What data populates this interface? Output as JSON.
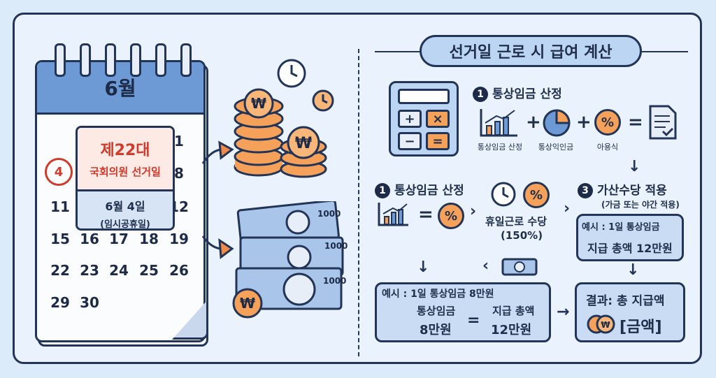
{
  "calendar": {
    "month": "6월",
    "circled_day": "4",
    "rows": [
      [
        "1"
      ],
      [
        "8"
      ],
      [
        "11",
        "12"
      ],
      [
        "15",
        "16",
        "17",
        "18",
        "19"
      ],
      [
        "22",
        "23",
        "24",
        "25",
        "26"
      ],
      [
        "29",
        "30"
      ]
    ],
    "popup": {
      "title": "제22대",
      "subtitle": "국회의원 선거일",
      "date": "6월 4일",
      "note": "(임시공휴일)"
    }
  },
  "currency": {
    "coin_symbol": "₩",
    "bill_value": "1000"
  },
  "diagram": {
    "title": "선거일 근로 시 급여 계산",
    "calc_keys": [
      "+",
      "×",
      "−",
      "="
    ],
    "step1_top": {
      "number": "1",
      "label": "통상임금 산정"
    },
    "formula_top": {
      "plus": "+",
      "equals": "=",
      "pct_symbol": "%",
      "captions": [
        "통상임금 산정",
        "통상익인금",
        "아용식"
      ]
    },
    "step1_mid": {
      "number": "1",
      "label": "통상임금 산정"
    },
    "formula_mid": {
      "equals": "=",
      "pct_symbol": "%",
      "result_label": "휴일근로 수당",
      "result_rate": "(150%)"
    },
    "step3": {
      "number": "3",
      "label": "가산수당 적용",
      "sub": "(가금 또는 야간 적용)"
    },
    "example_right": {
      "line1": "예시 : 1일 통상임금",
      "line2": "지급 총액 12만원"
    },
    "example_bottom": {
      "heading": "예시 : 1일 통상임금 8만원",
      "left_label": "통상임금",
      "left_value": "8만원",
      "equals": "=",
      "right_label": "지급 총액",
      "right_value": "12만원"
    },
    "result": {
      "heading": "결과: 총 지급액",
      "amount": "[금액]"
    }
  }
}
